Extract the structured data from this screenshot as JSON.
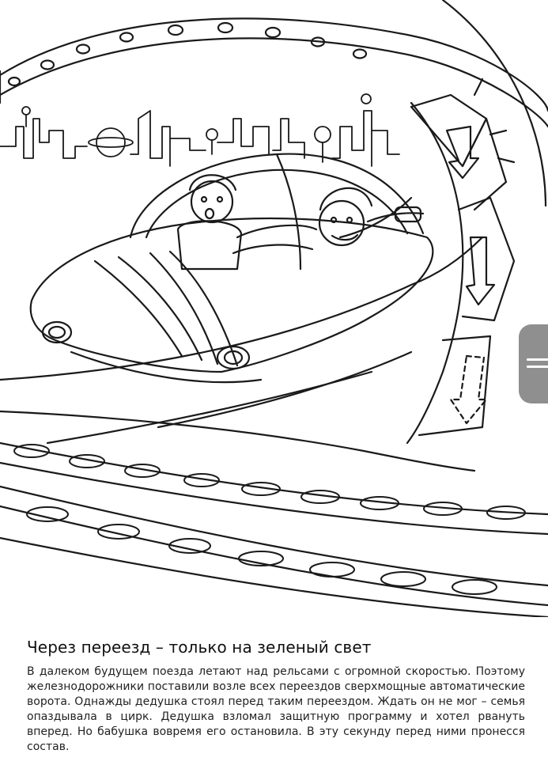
{
  "page": {
    "title": "Через переезд – только на зеленый свет",
    "body": "В далеком будущем поезда летают над рельсами с огромной скоростью. Поэтому железнодорожники поставили возле всех переездов сверхмощные автоматические ворота. Однажды дедушка стоял перед таким переездом. Ждать он не мог – семья опаздывала в цирк. Дедушка взломал защитную программу и хотел рвануть вперед. Но бабушка вовремя его остановила. В эту секунду перед ними пронесся состав."
  },
  "illustration": {
    "subject": "coloring page line art",
    "icons": [
      "flying-car-icon",
      "railway-track-icon",
      "arrow-down-icon",
      "city-skyline-icon",
      "side-tab-icon"
    ]
  }
}
